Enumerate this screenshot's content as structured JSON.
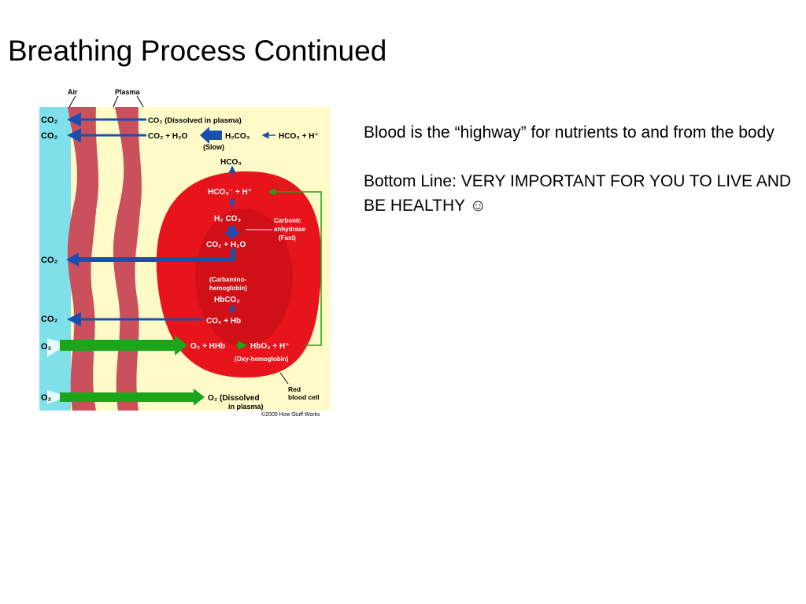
{
  "slide": {
    "title": "Breathing Process Continued",
    "paragraphs": [
      "Blood is the “highway” for nutrients to and from  the body",
      "Bottom Line:  VERY IMPORTANT FOR YOU TO LIVE AND BE HEALTHY  ☺"
    ]
  },
  "figure": {
    "labels": {
      "air": "Air",
      "plasma": "Plasma",
      "co2": "CO₂",
      "o2": "O₂",
      "co2_dissolved": "CO₂ (Dissolved in plasma)",
      "co2_h2o": "CO₂ + H₂O",
      "slow": "(Slow)",
      "h2co3": "H₂CO₃",
      "hco3_h": "HCO₃ + H⁺",
      "hco3": "HCO₃",
      "hco3_minus_h": "HCO₃⁻ + H⁺",
      "h2co3_cell": "H₂ CO₃",
      "carbonic": "Carbonic",
      "anhydrase": "anhydrase",
      "fast": "(Fast)",
      "co2_h2o_cell": "CO₂ + H₂O",
      "carbamino1": "(Carbamino-",
      "carbamino2": "hemoglobin)",
      "hbco2": "HbCO₂",
      "co2_hb": "CO₂ + Hb",
      "o2_hhb": "O₂ + HHb",
      "hbo2_h": "HbO₂ + H⁺",
      "oxy": "(Oxy-hemoglobin)",
      "red1": "Red",
      "red2": "blood cell",
      "o2_dis1": "O₂ (Dissolved",
      "o2_dis2": "in plasma)",
      "copyright": "©2000 How Stuff Works"
    },
    "colors": {
      "air": "#7fe0ea",
      "plasma": "#fffbc8",
      "vessel": "#c9505c",
      "cell": "#e8141c",
      "arrow_blue": "#1a4fb0",
      "arrow_green": "#1aa51a"
    }
  }
}
